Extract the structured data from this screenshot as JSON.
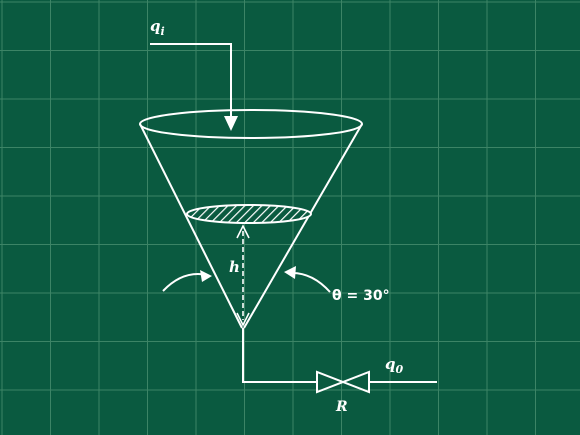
{
  "labels": {
    "q_in": "q",
    "q_in_sub": "i",
    "q_out": "q",
    "q_out_sub": "0",
    "height": "h",
    "angle": "θ = 30°",
    "resistance": "R"
  },
  "colors": {
    "board": "#0a5a40",
    "grid": "#3c8466",
    "line": "#ffffff"
  }
}
